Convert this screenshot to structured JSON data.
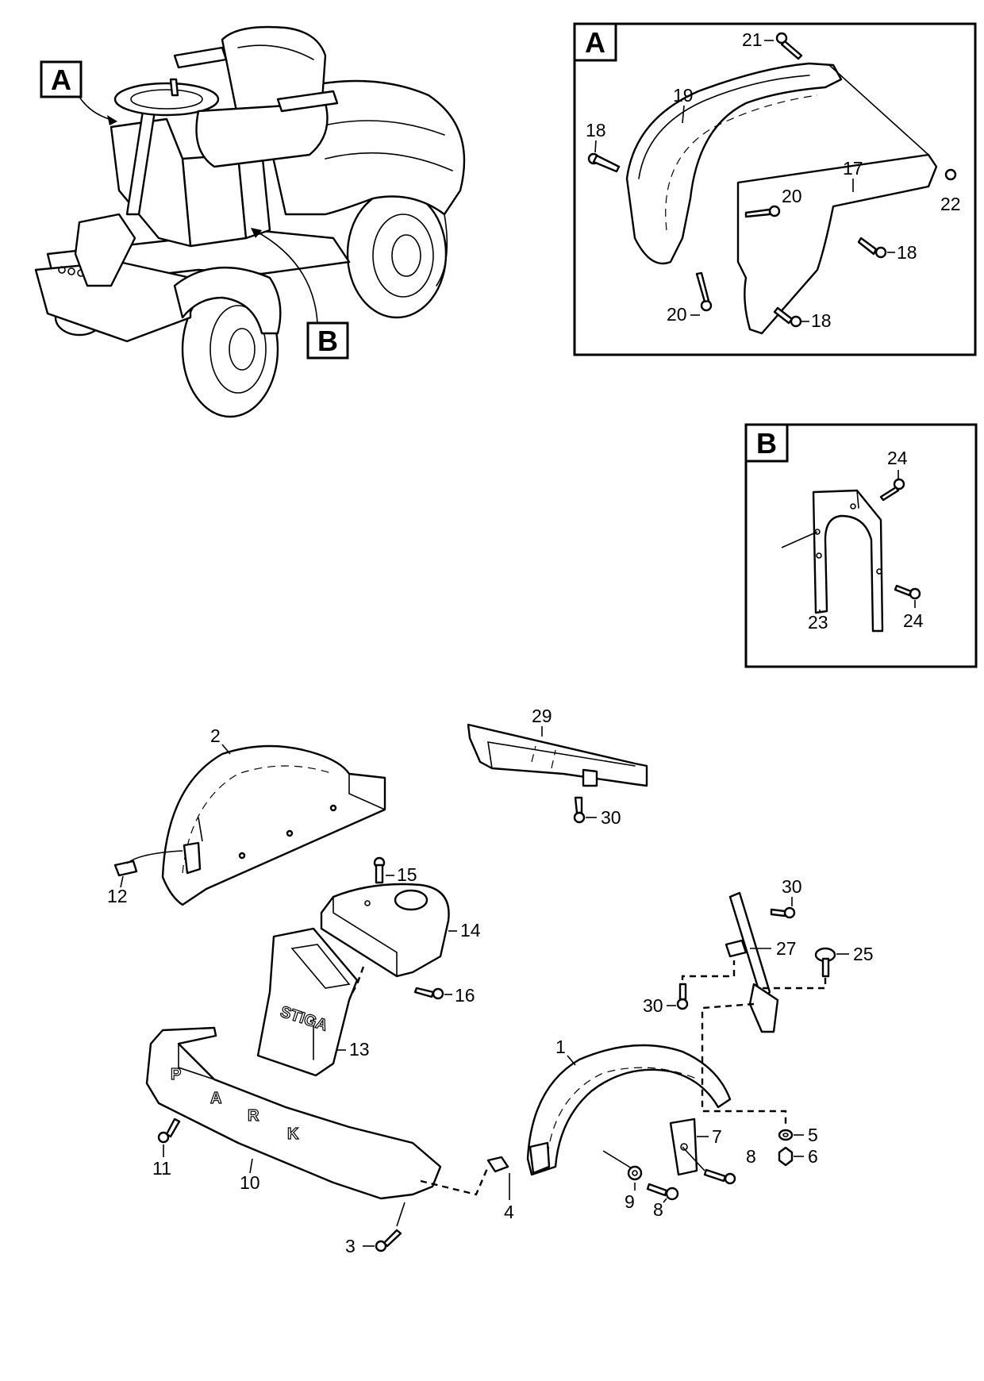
{
  "callouts": {
    "overview_a": "A",
    "overview_b": "B",
    "detail_a": "A",
    "detail_b": "B"
  },
  "detail_a_labels": {
    "p21": "21",
    "p19": "19",
    "p18a": "18",
    "p17": "17",
    "p20a": "20",
    "p22": "22",
    "p18b": "18",
    "p20b": "20",
    "p18c": "18"
  },
  "detail_b_labels": {
    "p24a": "24",
    "p24b": "24",
    "p23": "23"
  },
  "main_labels": {
    "p2": "2",
    "p29": "29",
    "p30a": "30",
    "p12": "12",
    "p15": "15",
    "p14": "14",
    "p16": "16",
    "p13": "13",
    "p30b": "30",
    "p27": "27",
    "p25": "25",
    "p30c": "30",
    "p1": "1",
    "p7": "7",
    "p5": "5",
    "p6": "6",
    "p8a": "8",
    "p9": "9",
    "p8b": "8",
    "p11": "11",
    "p10": "10",
    "p4": "4",
    "p3": "3"
  },
  "embossed": {
    "brand": "STIGA",
    "bumper_letters": [
      "P",
      "A",
      "R",
      "K"
    ]
  }
}
